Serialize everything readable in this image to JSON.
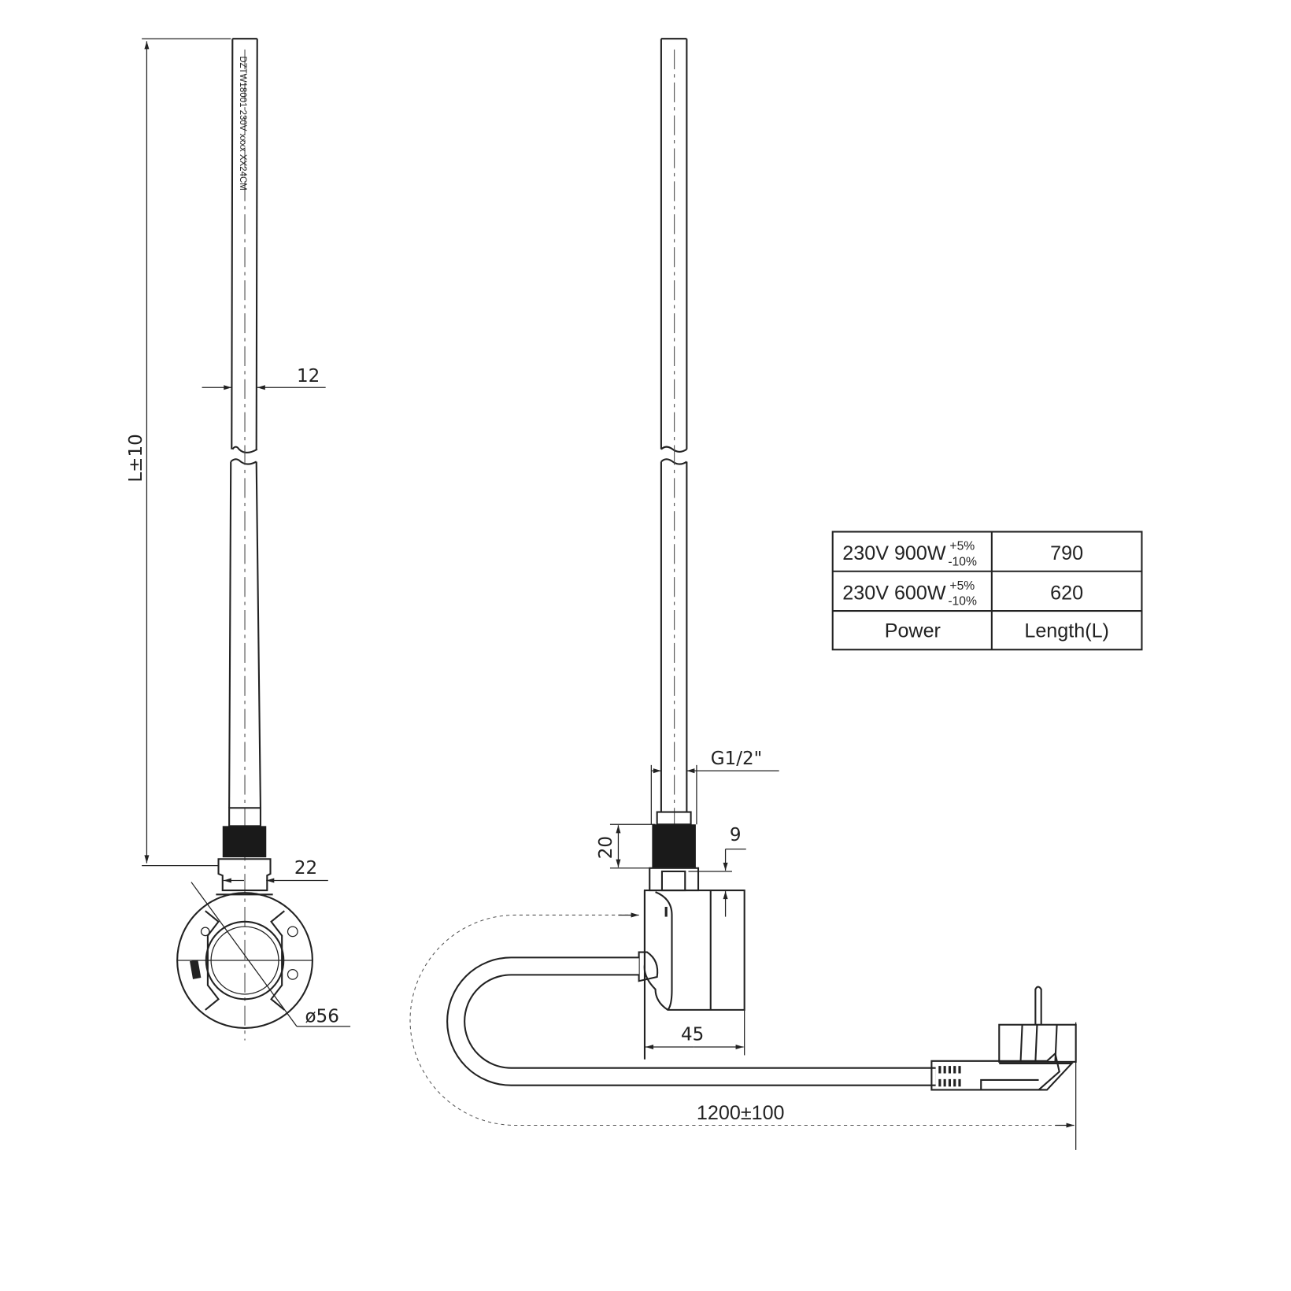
{
  "rod_marking": "DZTW18001 230V xxxx  XX24CM",
  "dimensions": {
    "length": "L±10",
    "rod_diameter": "12",
    "collar_width": "22",
    "head_diameter": "ø56",
    "thread": "G1/2\"",
    "thread_length": "20",
    "gap": "9",
    "body_width": "45",
    "cable_length": "1200±100"
  },
  "table": {
    "rows": [
      {
        "power": "230V 900W",
        "tol_plus": "+5%",
        "tol_minus": "-10%",
        "length": "790"
      },
      {
        "power": "230V 600W",
        "tol_plus": "+5%",
        "tol_minus": "-10%",
        "length": "620"
      }
    ],
    "header": {
      "power": "Power",
      "length": "Length(L)"
    }
  }
}
